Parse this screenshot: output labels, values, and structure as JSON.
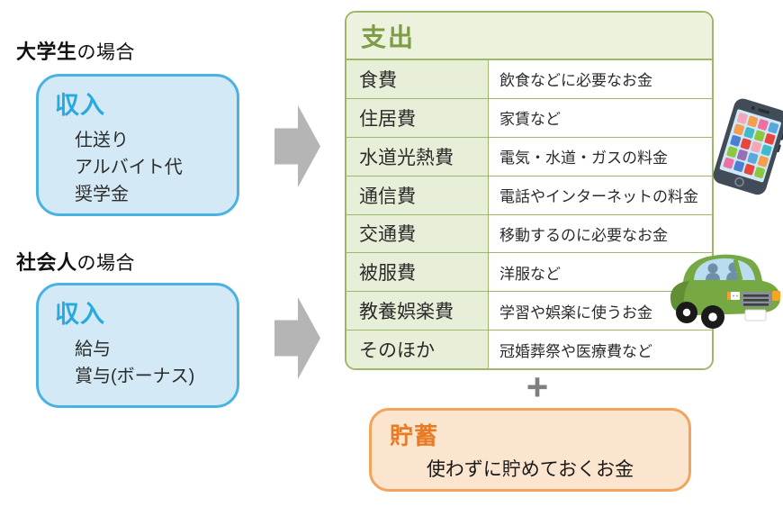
{
  "colors": {
    "income_accent": "#29a9e0",
    "income_fill": "#d3e9f5",
    "income_border": "#4ab2e3",
    "expense_accent": "#7d9d45",
    "expense_fill": "#e8efd8",
    "expense_border": "#9fb768",
    "savings_accent": "#e87b23",
    "savings_fill": "#fce5cf",
    "savings_border": "#f3a45c",
    "arrow_gray": "#b5b5b5"
  },
  "sections": {
    "student": {
      "case_bold": "大学生",
      "case_suffix": "の場合",
      "box_title": "収入",
      "items": [
        "仕送り",
        "アルバイト代",
        "奨学金"
      ]
    },
    "adult": {
      "case_bold": "社会人",
      "case_suffix": "の場合",
      "box_title": "収入",
      "items": [
        "給与",
        "賞与(ボーナス)"
      ]
    }
  },
  "expense_table": {
    "title": "支出",
    "rows": [
      {
        "label": "食費",
        "desc": "飲食などに必要なお金"
      },
      {
        "label": "住居費",
        "desc": "家賃など"
      },
      {
        "label": "水道光熱費",
        "desc": "電気・水道・ガスの料金"
      },
      {
        "label": "通信費",
        "desc": "電話やインターネットの料金"
      },
      {
        "label": "交通費",
        "desc": "移動するのに必要なお金"
      },
      {
        "label": "被服費",
        "desc": "洋服など"
      },
      {
        "label": "教養娯楽費",
        "desc": "学習や娯楽に使うお金"
      },
      {
        "label": "そのほか",
        "desc": "冠婚葬祭や医療費など"
      }
    ]
  },
  "plus_sign": "+",
  "savings_box": {
    "title": "貯蓄",
    "desc": "使わずに貯めておくお金"
  },
  "icons": {
    "phone": "smartphone",
    "car": "car"
  }
}
